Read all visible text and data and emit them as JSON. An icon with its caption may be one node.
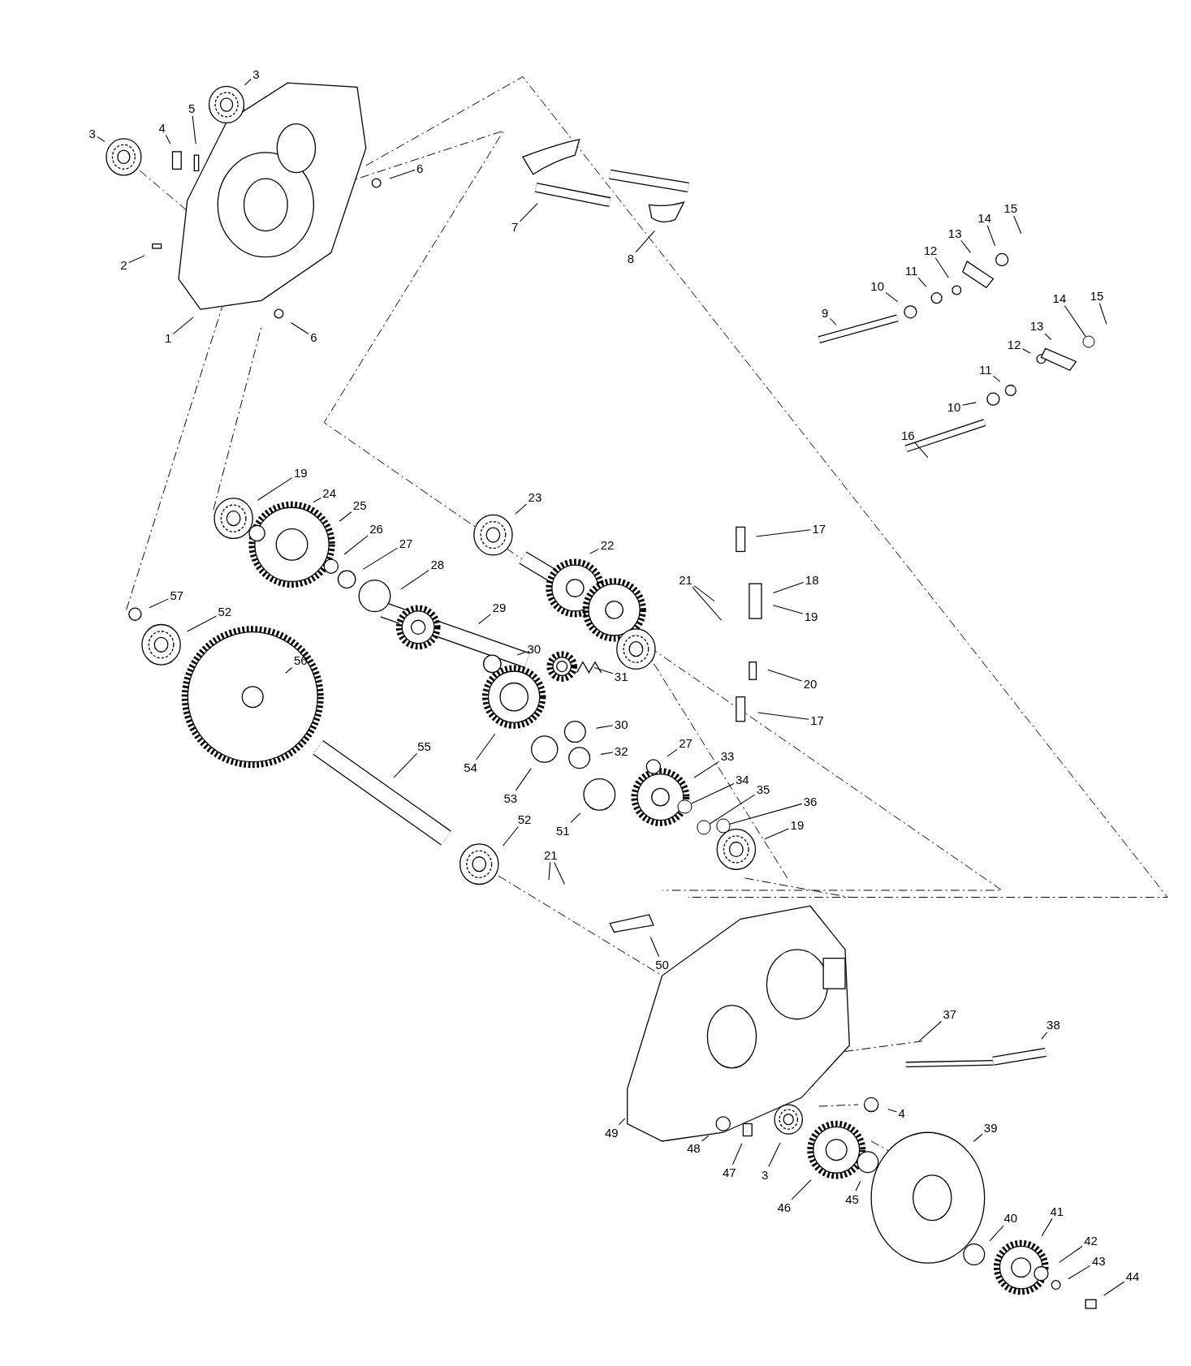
{
  "diagram": {
    "nodes": [
      {
        "text": [
          "3"
        ]
      },
      {
        "text": [
          "3"
        ]
      },
      {
        "text": [
          "4"
        ]
      },
      {
        "text": [
          "5"
        ]
      },
      {
        "text": [
          "6"
        ]
      },
      {
        "text": [
          "2"
        ]
      },
      {
        "text": [
          "7"
        ]
      },
      {
        "text": [
          "8"
        ]
      },
      {
        "text": [
          "15"
        ]
      },
      {
        "text": [
          "14"
        ]
      },
      {
        "text": [
          "13"
        ]
      },
      {
        "text": [
          "12"
        ]
      },
      {
        "text": [
          "11"
        ]
      },
      {
        "text": [
          "10"
        ]
      },
      {
        "text": [
          "15"
        ]
      },
      {
        "text": [
          "14"
        ]
      },
      {
        "text": [
          "13"
        ]
      },
      {
        "text": [
          "9"
        ]
      },
      {
        "text": [
          "12"
        ]
      },
      {
        "text": [
          "1"
        ]
      },
      {
        "text": [
          "6"
        ]
      },
      {
        "text": [
          "11"
        ]
      },
      {
        "text": [
          "10"
        ]
      },
      {
        "text": [
          "16"
        ]
      },
      {
        "text": [
          "19"
        ]
      },
      {
        "text": [
          "23"
        ]
      },
      {
        "text": [
          "24"
        ]
      },
      {
        "text": [
          "25"
        ]
      },
      {
        "text": [
          "17"
        ]
      },
      {
        "text": [
          "22"
        ]
      },
      {
        "text": [
          "26"
        ]
      },
      {
        "text": [
          "27"
        ]
      },
      {
        "text": [
          "28"
        ]
      },
      {
        "text": [
          "18"
        ]
      },
      {
        "text": [
          "21"
        ]
      },
      {
        "text": [
          "57"
        ]
      },
      {
        "text": [
          "29"
        ]
      },
      {
        "text": [
          "52"
        ]
      },
      {
        "text": [
          "19"
        ]
      },
      {
        "text": [
          "30"
        ]
      },
      {
        "text": [
          "56"
        ]
      },
      {
        "text": [
          "31"
        ]
      },
      {
        "text": [
          "20"
        ]
      },
      {
        "text": [
          "17"
        ]
      },
      {
        "text": [
          "30"
        ]
      },
      {
        "text": [
          "55"
        ]
      },
      {
        "text": [
          "27"
        ]
      },
      {
        "text": [
          "32"
        ]
      },
      {
        "text": [
          "33"
        ]
      },
      {
        "text": [
          "54"
        ]
      },
      {
        "text": [
          "34"
        ]
      },
      {
        "text": [
          "53"
        ]
      },
      {
        "text": [
          "35"
        ]
      },
      {
        "text": [
          "36"
        ]
      },
      {
        "text": [
          "52"
        ]
      },
      {
        "text": [
          "51"
        ]
      },
      {
        "text": [
          "19"
        ]
      },
      {
        "text": [
          "21"
        ]
      },
      {
        "text": [
          "50"
        ]
      },
      {
        "text": [
          "37"
        ]
      },
      {
        "text": [
          "38"
        ]
      },
      {
        "text": [
          "39"
        ]
      },
      {
        "text": [
          "4"
        ]
      },
      {
        "text": [
          "49"
        ]
      },
      {
        "text": [
          "48"
        ]
      },
      {
        "text": [
          "3"
        ]
      },
      {
        "text": [
          "47"
        ]
      },
      {
        "text": [
          "46"
        ]
      },
      {
        "text": [
          "45"
        ]
      },
      {
        "text": [
          "40"
        ]
      },
      {
        "text": [
          "41"
        ]
      },
      {
        "text": [
          "42"
        ]
      },
      {
        "text": [
          "43"
        ]
      },
      {
        "text": [
          "44"
        ]
      },
      {
        "text": [],
        "shape": "circle"
      },
      {
        "text": [],
        "shape": "circle"
      },
      {
        "text": [],
        "shape": "circle"
      },
      {
        "text": [],
        "shape": "circle"
      }
    ],
    "edges": [
      {
        "from": 0,
        "to": null,
        "arrow": "none"
      },
      {
        "from": 1,
        "to": null,
        "arrow": "none"
      },
      {
        "from": 2,
        "to": null,
        "arrow": "none"
      },
      {
        "from": 3,
        "to": null,
        "arrow": "none"
      },
      {
        "from": 4,
        "to": null,
        "arrow": "none"
      },
      {
        "from": 5,
        "to": null,
        "arrow": "none"
      },
      {
        "from": 6,
        "to": null,
        "arrow": "none"
      },
      {
        "from": 7,
        "to": null,
        "arrow": "none"
      },
      {
        "from": 8,
        "to": null,
        "arrow": "none"
      },
      {
        "from": 9,
        "to": null,
        "arrow": "none"
      },
      {
        "from": 10,
        "to": null,
        "arrow": "none"
      },
      {
        "from": 11,
        "to": null,
        "arrow": "none"
      },
      {
        "from": 12,
        "to": null,
        "arrow": "none"
      },
      {
        "from": 13,
        "to": null,
        "arrow": "none"
      },
      {
        "from": 14,
        "to": null,
        "arrow": "none"
      },
      {
        "from": 15,
        "to": 77,
        "arrow": "none"
      },
      {
        "from": 16,
        "to": null,
        "arrow": "none"
      },
      {
        "from": 17,
        "to": null,
        "arrow": "none"
      },
      {
        "from": 18,
        "to": null,
        "arrow": "none"
      },
      {
        "from": 19,
        "to": null,
        "arrow": "none"
      },
      {
        "from": 20,
        "to": null,
        "arrow": "none"
      },
      {
        "from": 21,
        "to": null,
        "arrow": "none"
      },
      {
        "from": 22,
        "to": null,
        "arrow": "none"
      },
      {
        "from": 23,
        "to": null,
        "arrow": "none"
      },
      {
        "from": 24,
        "to": null,
        "arrow": "none"
      },
      {
        "from": 25,
        "to": null,
        "arrow": "none"
      },
      {
        "from": 26,
        "to": null,
        "arrow": "none"
      },
      {
        "from": 27,
        "to": null,
        "arrow": "none"
      },
      {
        "from": 28,
        "to": null,
        "arrow": "none"
      },
      {
        "from": 29,
        "to": null,
        "arrow": "none"
      },
      {
        "from": 30,
        "to": null,
        "arrow": "none"
      },
      {
        "from": 31,
        "to": null,
        "arrow": "none"
      },
      {
        "from": 32,
        "to": null,
        "arrow": "none"
      },
      {
        "from": 33,
        "to": null,
        "arrow": "none"
      },
      {
        "from": 34,
        "to": null,
        "arrow": "none"
      },
      {
        "from": 34,
        "to": null,
        "arrow": "none"
      },
      {
        "from": 35,
        "to": null,
        "arrow": "none"
      },
      {
        "from": 36,
        "to": null,
        "arrow": "none"
      },
      {
        "from": 37,
        "to": null,
        "arrow": "none"
      },
      {
        "from": 38,
        "to": null,
        "arrow": "none"
      },
      {
        "from": 39,
        "to": null,
        "arrow": "none"
      },
      {
        "from": 40,
        "to": null,
        "arrow": "none"
      },
      {
        "from": 41,
        "to": null,
        "arrow": "none"
      },
      {
        "from": 42,
        "to": null,
        "arrow": "none"
      },
      {
        "from": 43,
        "to": null,
        "arrow": "none"
      },
      {
        "from": 44,
        "to": null,
        "arrow": "none"
      },
      {
        "from": 45,
        "to": null,
        "arrow": "none"
      },
      {
        "from": 46,
        "to": null,
        "arrow": "none"
      },
      {
        "from": 47,
        "to": null,
        "arrow": "none"
      },
      {
        "from": 48,
        "to": null,
        "arrow": "none"
      },
      {
        "from": 49,
        "to": null,
        "arrow": "none"
      },
      {
        "from": 50,
        "to": 74,
        "arrow": "none"
      },
      {
        "from": 51,
        "to": null,
        "arrow": "none"
      },
      {
        "from": 52,
        "to": 75,
        "arrow": "none"
      },
      {
        "from": 53,
        "to": 76,
        "arrow": "none"
      },
      {
        "from": 54,
        "to": null,
        "arrow": "none"
      },
      {
        "from": 55,
        "to": null,
        "arrow": "none"
      },
      {
        "from": 56,
        "to": null,
        "arrow": "none"
      },
      {
        "from": 57,
        "to": null,
        "arrow": "none"
      },
      {
        "from": 57,
        "to": null,
        "arrow": "none"
      },
      {
        "from": 58,
        "to": null,
        "arrow": "none"
      },
      {
        "from": 59,
        "to": null,
        "arrow": "none"
      },
      {
        "from": 60,
        "to": null,
        "arrow": "none"
      },
      {
        "from": 61,
        "to": null,
        "arrow": "none"
      },
      {
        "from": 62,
        "to": null,
        "arrow": "none"
      },
      {
        "from": 63,
        "to": null,
        "arrow": "none"
      },
      {
        "from": 64,
        "to": null,
        "arrow": "none"
      },
      {
        "from": 65,
        "to": null,
        "arrow": "none"
      },
      {
        "from": 66,
        "to": null,
        "arrow": "none"
      },
      {
        "from": 67,
        "to": null,
        "arrow": "none"
      },
      {
        "from": 68,
        "to": null,
        "arrow": "none"
      },
      {
        "from": 69,
        "to": null,
        "arrow": "none"
      },
      {
        "from": 70,
        "to": null,
        "arrow": "none"
      },
      {
        "from": 71,
        "to": null,
        "arrow": "none"
      },
      {
        "from": 72,
        "to": null,
        "arrow": "none"
      },
      {
        "from": 73,
        "to": null,
        "arrow": "none"
      }
    ]
  }
}
